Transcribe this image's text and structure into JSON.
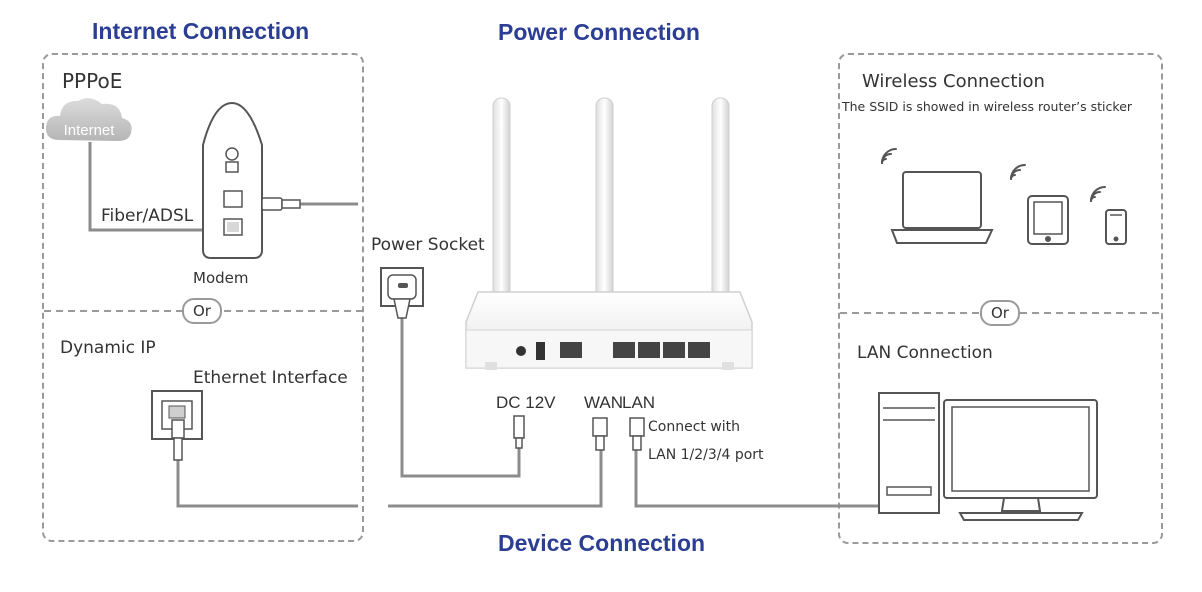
{
  "titles": {
    "internet": "Internet Connection",
    "power": "Power Connection",
    "device": "Device Connection"
  },
  "internet_panel": {
    "pppoe": "PPPoE",
    "cloud": "Internet",
    "fiber": "Fiber/ADSL",
    "modem": "Modem",
    "or": "Or",
    "dynamic_ip": "Dynamic IP",
    "ethernet_interface": "Ethernet Interface"
  },
  "power": {
    "socket": "Power Socket"
  },
  "router_ports": {
    "dc": "DC 12V",
    "wan": "WAN",
    "lan": "LAN",
    "lan_note_1": "Connect with",
    "lan_note_2": "LAN 1/2/3/4 port"
  },
  "device_panel": {
    "wireless": "Wireless Connection",
    "ssid_note": "The SSID is showed in wireless router’s sticker",
    "or": "Or",
    "lan_connection": "LAN Connection"
  },
  "colors": {
    "title": "#2c3e94",
    "line": "#8c8c8c",
    "dashed_border": "#9a9a9a"
  }
}
